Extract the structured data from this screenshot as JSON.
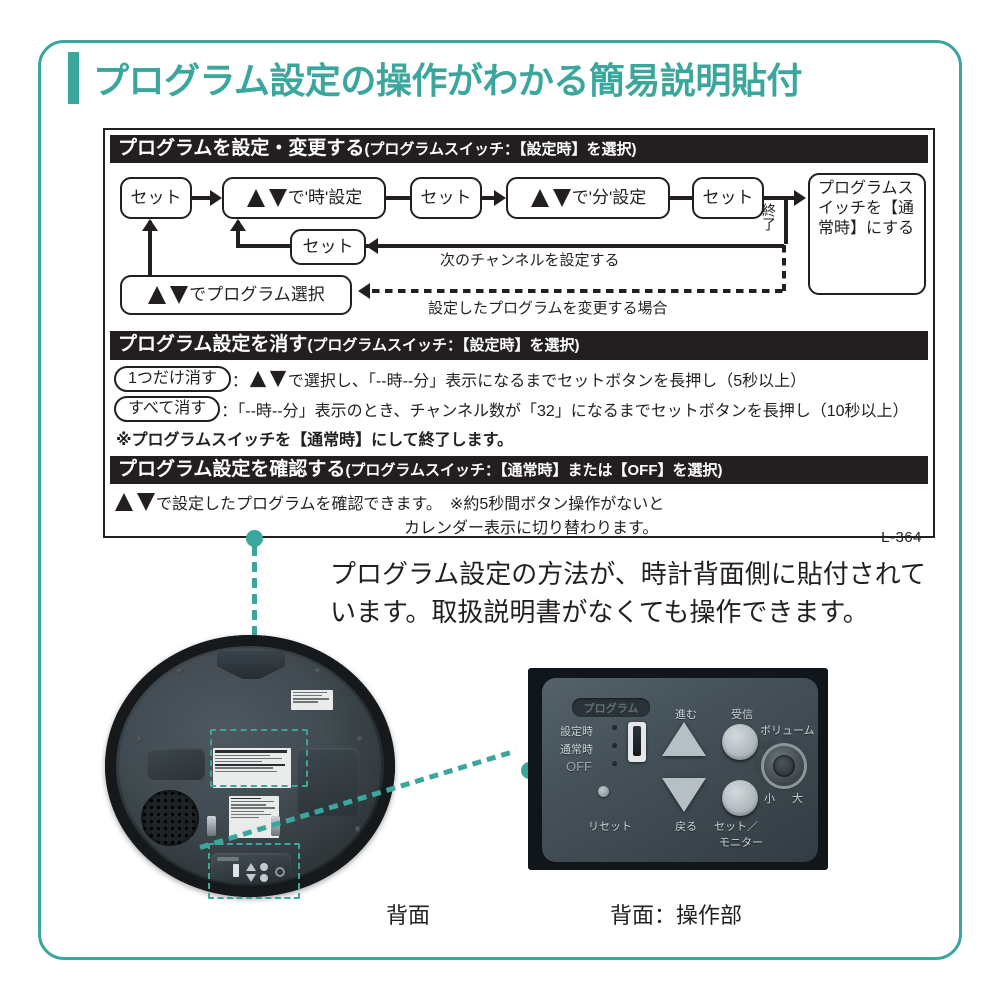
{
  "page": {
    "title": "プログラム設定の操作がわかる簡易説明貼付",
    "accent_color": "#3aa69c",
    "ink_color": "#231f20"
  },
  "sticker": {
    "model_code": "L-364",
    "section_program": {
      "heading_main": "プログラムを設定・変更する",
      "heading_sub": "(プログラムスイッチ：【設定時】を選択)",
      "nodes": {
        "set1": "セット",
        "set_hour": "で'時'設定",
        "set2": "セット",
        "set_min": "で'分'設定",
        "set3": "セット",
        "set_loop": "セット",
        "select_program": "でプログラム選択",
        "finish_box": "プログラムスイッチを【通常時】にする"
      },
      "end_label": "終了",
      "caption_next_channel": "次のチャンネルを設定する",
      "caption_change_program": "設定したプログラムを変更する場合"
    },
    "section_delete": {
      "heading_main": "プログラム設定を消す",
      "heading_sub": "(プログラムスイッチ：【設定時】を選択)",
      "row_one_label": "1つだけ消す",
      "row_one_text": "：",
      "row_one_text2": "で選択し、「--時--分」表示になるまでセットボタンを長押し（5秒以上）",
      "row_all_label": "すべて消す",
      "row_all_text": "：「--時--分」表示のとき、チャンネル数が「32」になるまでセットボタンを長押し（10秒以上）",
      "note": "※プログラムスイッチを【通常時】にして終了します。"
    },
    "section_confirm": {
      "heading_main": "プログラム設定を確認する",
      "heading_sub": "(プログラムスイッチ：【通常時】または【OFF】を選択)",
      "line1": "で設定したプログラムを確認できます。",
      "line1b": "※約5秒間ボタン操作がないと",
      "line2": "カレンダー表示に切り替わります。"
    }
  },
  "description": {
    "line1": "プログラム設定の方法が、時計背面側に貼付されて",
    "line2": "います。取扱説明書がなくても操作できます。"
  },
  "photos": {
    "rear_caption": "背面",
    "panel_caption": "背面：操作部"
  },
  "control_panel": {
    "program_chip": "プログラム",
    "switch_positions": [
      "設定時",
      "通常時",
      "OFF"
    ],
    "up_label": "進む",
    "down_label": "戻る",
    "receive_label": "受信",
    "set_monitor_line1": "セット／",
    "set_monitor_line2": "モニター",
    "reset_label": "リセット",
    "volume_label": "ボリューム",
    "volume_min": "小",
    "volume_max": "大"
  }
}
